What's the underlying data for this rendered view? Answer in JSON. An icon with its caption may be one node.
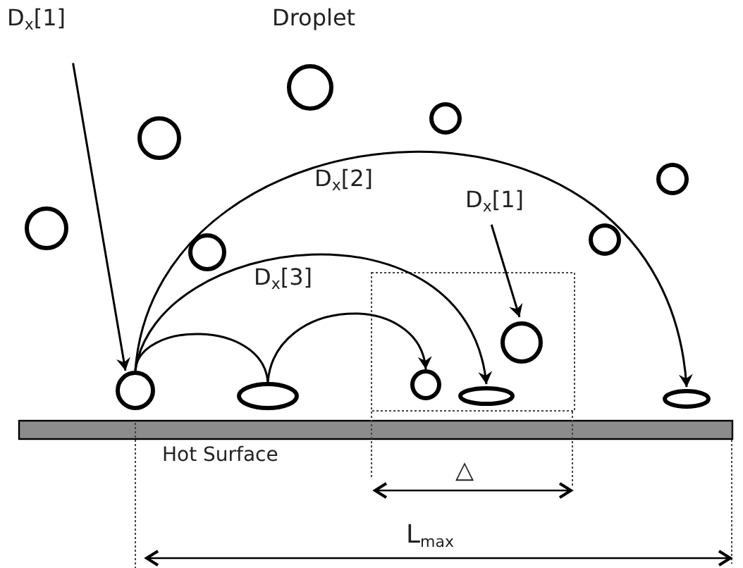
{
  "diagram": {
    "nodes": [
      {
        "text": [
          "D$_{x}$[1]"
        ]
      },
      {
        "text": [],
        "shape": "circle"
      },
      {
        "text": [],
        "shape": "ellipse"
      },
      {
        "text": [],
        "shape": "circle"
      },
      {
        "text": [],
        "shape": "ellipse"
      },
      {
        "text": [],
        "shape": "circle"
      },
      {
        "text": [],
        "shape": "ellipse"
      },
      {
        "text": [
          "D$_{x}$[1]"
        ]
      }
    ],
    "edges": [
      {
        "from": 0,
        "to": 1,
        "arrow": "to"
      },
      {
        "from": 1,
        "to": 2,
        "arrow": "none"
      },
      {
        "from": 2,
        "to": 3,
        "arrow": "to"
      },
      {
        "from": 1,
        "to": 4,
        "arrow": "to"
      },
      {
        "from": 1,
        "to": 6,
        "arrow": "to"
      },
      {
        "from": 7,
        "to": 5,
        "arrow": "to"
      }
    ],
    "labels": [
      "Droplet",
      "D$_{x}$[2]",
      "D$_{x}$[3]",
      "Hot Surface",
      "△",
      "L$_{max}$"
    ]
  }
}
